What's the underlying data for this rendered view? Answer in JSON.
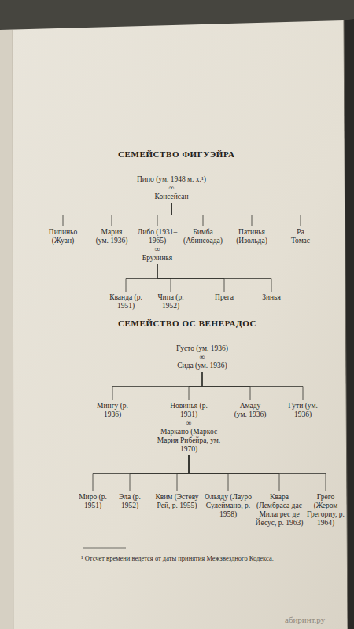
{
  "diagram": {
    "nodes": [
      {
        "text": [
          "Пипо (ум. 1948 м. х.¹)",
          "∞",
          "Консейсан"
        ]
      },
      {
        "text": [
          "Пипиньо (Жуан)"
        ]
      },
      {
        "text": [
          "Мария (ум. 1936)"
        ]
      },
      {
        "text": [
          "Либо (1931–1965)",
          "∞",
          "Брухинья"
        ]
      },
      {
        "text": [
          "Бимба (Абинсоада)"
        ]
      },
      {
        "text": [
          "Патинья (Изольда)"
        ]
      },
      {
        "text": [
          "Ра Томас"
        ]
      },
      {
        "text": [
          "Кванда (р. 1951)"
        ]
      },
      {
        "text": [
          "Чипа (р. 1952)"
        ]
      },
      {
        "text": [
          "Прега"
        ]
      },
      {
        "text": [
          "Зинья"
        ]
      },
      {
        "text": [
          "Густо (ум. 1936)",
          "∞",
          "Сида (ум. 1936)"
        ]
      },
      {
        "text": [
          "Мингу (р. 1936)"
        ]
      },
      {
        "text": [
          "Новинья (р. 1931)",
          "∞",
          "Маркано (Маркос Мария Рибейра, ум. 1970)"
        ]
      },
      {
        "text": [
          "Амаду (ум. 1936)"
        ]
      },
      {
        "text": [
          "Гути (ум. 1936)"
        ]
      },
      {
        "text": [
          "Миро (р. 1951)"
        ]
      },
      {
        "text": [
          "Эла (р. 1952)"
        ]
      },
      {
        "text": [
          "Квим (Эстеву Рей, р. 1955)"
        ]
      },
      {
        "text": [
          "Ольяду (Лауро Сулеймано, р. 1958)"
        ]
      },
      {
        "text": [
          "Квара (Лембраса дас Милагрес де Йесус, р. 1963)"
        ]
      },
      {
        "text": [
          "Грего (Жером Грегориу, р. 1964)"
        ]
      }
    ],
    "edges": [
      {
        "from": 0,
        "to": 1,
        "arrow": "none"
      },
      {
        "from": 0,
        "to": 2,
        "arrow": "none"
      },
      {
        "from": 0,
        "to": 3,
        "arrow": "none"
      },
      {
        "from": 0,
        "to": 4,
        "arrow": "none"
      },
      {
        "from": 0,
        "to": 5,
        "arrow": "none"
      },
      {
        "from": 0,
        "to": 6,
        "arrow": "none"
      },
      {
        "from": 3,
        "to": 7,
        "arrow": "none"
      },
      {
        "from": 3,
        "to": 8,
        "arrow": "none"
      },
      {
        "from": 3,
        "to": 9,
        "arrow": "none"
      },
      {
        "from": 3,
        "to": 10,
        "arrow": "none"
      },
      {
        "from": 11,
        "to": 12,
        "arrow": "none"
      },
      {
        "from": 11,
        "to": 13,
        "arrow": "none"
      },
      {
        "from": 11,
        "to": 14,
        "arrow": "none"
      },
      {
        "from": 11,
        "to": 15,
        "arrow": "none"
      },
      {
        "from": 13,
        "to": 16,
        "arrow": "none"
      },
      {
        "from": 13,
        "to": 17,
        "arrow": "none"
      },
      {
        "from": 13,
        "to": 18,
        "arrow": "none"
      },
      {
        "from": 13,
        "to": 19,
        "arrow": "none"
      },
      {
        "from": 13,
        "to": 20,
        "arrow": "none"
      },
      {
        "from": 13,
        "to": 21,
        "arrow": "none"
      }
    ],
    "labels": [
      "СЕМЕЙСТВО ФИГУЭЙРА",
      "СЕМЕЙСТВО ОС ВЕНЕРАДОС",
      "¹ Отсчет времени ведется от даты принятия Межзвездного Кодекса.",
      "абиринт.ру"
    ]
  }
}
